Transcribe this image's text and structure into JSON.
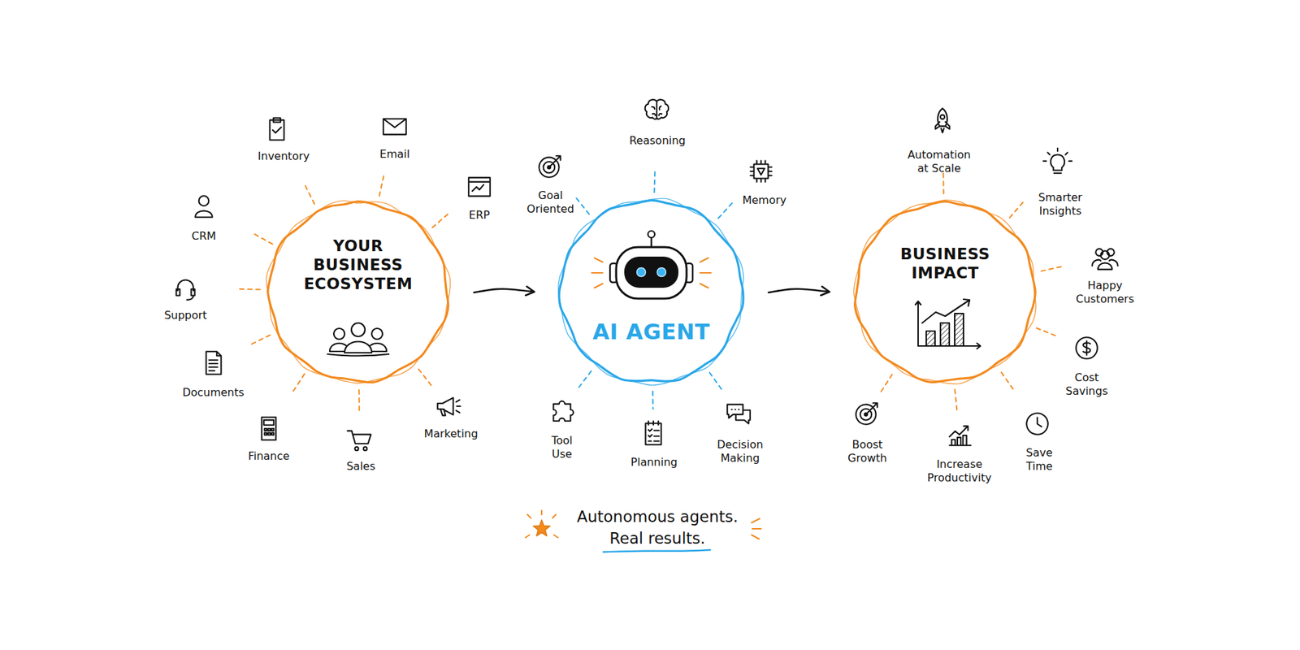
{
  "diagram": {
    "caption": "Autonomous agents. Real results.",
    "nodes": [
      {
        "text": [
          "YOUR BUSINESS ECOSYSTEM"
        ]
      },
      {
        "text": [
          "AI AGENT"
        ]
      },
      {
        "text": [
          "BUSINESS IMPACT"
        ]
      }
    ],
    "edges": [
      {
        "from": 0,
        "to": 1,
        "arrow": "to"
      },
      {
        "from": 1,
        "to": 2,
        "arrow": "to"
      }
    ],
    "labels": [
      "Inventory",
      "Email",
      "ERP",
      "CRM",
      "Support",
      "Documents",
      "Finance",
      "Sales",
      "Marketing",
      "Goal Oriented",
      "Reasoning",
      "Memory",
      "Tool Use",
      "Planning",
      "Decision Making",
      "Automation at Scale",
      "Smarter Insights",
      "Happy Customers",
      "Cost Savings",
      "Save Time",
      "Increase Productivity",
      "Boost Growth"
    ]
  }
}
